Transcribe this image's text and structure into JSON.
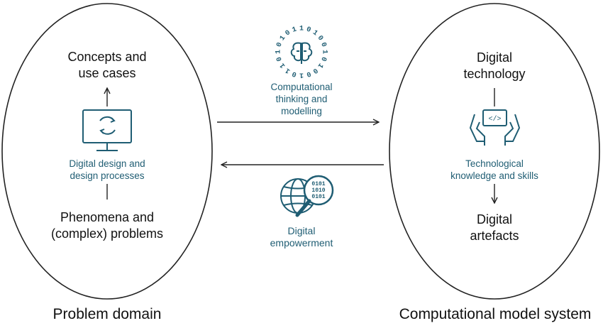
{
  "left_ellipse": {
    "top_label": [
      "Concepts and",
      "use cases"
    ],
    "middle_label": [
      "Digital design and",
      "design processes"
    ],
    "bottom_label": [
      "Phenomena and",
      "(complex) problems"
    ],
    "caption": "Problem domain"
  },
  "right_ellipse": {
    "top_label": [
      "Digital",
      "technology"
    ],
    "middle_label": [
      "Technological",
      "knowledge and skills"
    ],
    "bottom_label": [
      "Digital",
      "artefacts"
    ],
    "caption": "Computational model system"
  },
  "center": {
    "top_label": [
      "Computational",
      "thinking and",
      "modelling"
    ],
    "bottom_label": [
      "Digital",
      "empowerment"
    ]
  },
  "binary_ring": "10100101001011010101",
  "magnifier_text": [
    "0101",
    "1010",
    "0101"
  ],
  "colors": {
    "teal": "#1f5d73",
    "text": "#111111",
    "line": "#222222"
  },
  "icons": {
    "left": "monitor-cycle-icon",
    "center_top": "brain-binary-icon",
    "center_bottom": "globe-magnifier-icon",
    "right": "hands-code-icon"
  }
}
